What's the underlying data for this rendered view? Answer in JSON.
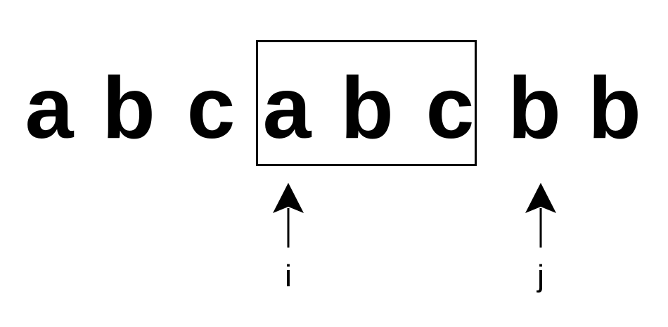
{
  "characters": [
    "a",
    "b",
    "c",
    "a",
    "b",
    "c",
    "b",
    "b"
  ],
  "window": {
    "start_index": 3,
    "end_index": 5
  },
  "pointers": [
    {
      "label": "i",
      "index": 3
    },
    {
      "label": "j",
      "index": 6
    }
  ],
  "colors": {
    "ink": "#000000",
    "background": "#ffffff"
  }
}
